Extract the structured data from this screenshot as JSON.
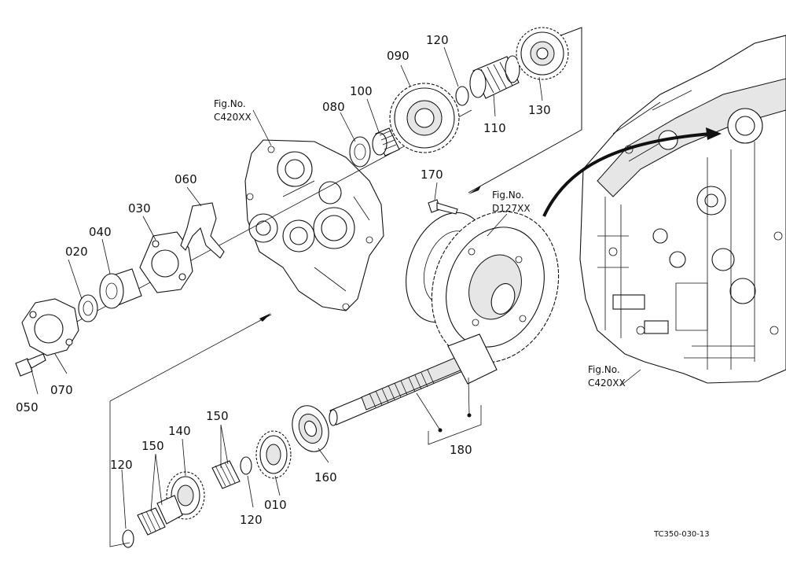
{
  "callouts": {
    "c010": "010",
    "c020": "020",
    "c030": "030",
    "c040": "040",
    "c050": "050",
    "c060": "060",
    "c070": "070",
    "c080": "080",
    "c090": "090",
    "c100": "100",
    "c110": "110",
    "c120a": "120",
    "c120b": "120",
    "c120c": "120",
    "c130": "130",
    "c140": "140",
    "c150a": "150",
    "c150b": "150",
    "c160": "160",
    "c170": "170",
    "c180": "180"
  },
  "fig_refs": {
    "upper_left": {
      "label": "Fig.No.",
      "code": "C420XX"
    },
    "middle": {
      "label": "Fig.No.",
      "code": "D127XX"
    },
    "lower_right": {
      "label": "Fig.No.",
      "code": "C420XX"
    }
  },
  "drawing_code": "TC350-030-13"
}
